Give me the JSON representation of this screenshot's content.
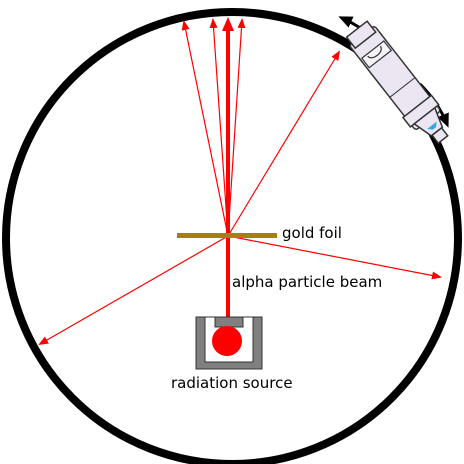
{
  "labels": {
    "gold_foil": "gold foil",
    "alpha_beam": "alpha particle beam",
    "radiation_source": "radiation source"
  },
  "colors": {
    "chamber": "#000000",
    "beam": "#ff0000",
    "foil": "#a28112",
    "source_housing": "#808080",
    "source_core": "#ff0000",
    "microscope_body": "#ebe6f2",
    "microscope_lens": "#3aa6e0",
    "arrow": "#000000"
  },
  "icons": {
    "detector": "microscope-icon",
    "rotate_arrows": "curved-arrow-icon"
  }
}
